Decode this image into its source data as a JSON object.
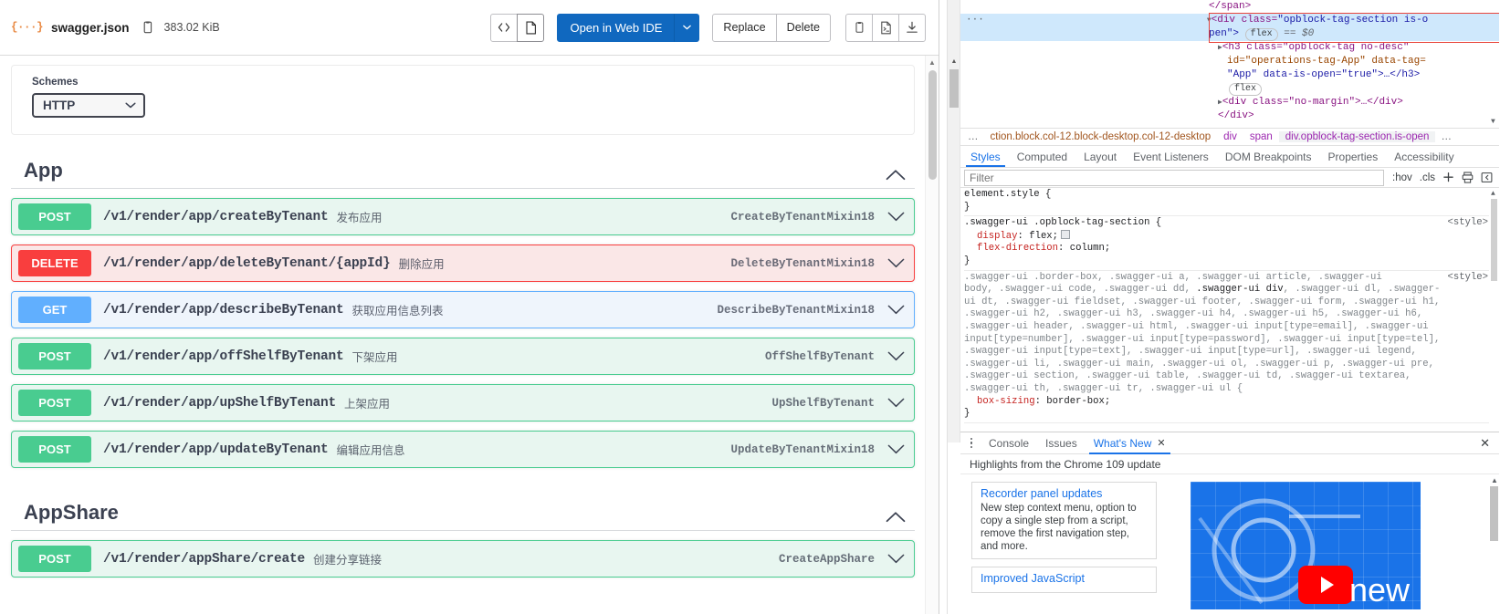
{
  "file_header": {
    "json_icon": "json-braces-icon",
    "file_name": "swagger.json",
    "copy_path_icon": "copy-icon",
    "file_size": "383.02 KiB",
    "view_code_icon": "code-brackets-icon",
    "view_raw_icon": "document-icon",
    "open_ide_label": "Open in Web IDE",
    "ide_caret_icon": "chevron-down-icon",
    "replace_label": "Replace",
    "delete_label": "Delete",
    "copy_icon": "clipboard-copy-icon",
    "raw_icon": "open-raw-icon",
    "download_icon": "download-icon"
  },
  "swagger": {
    "schemes_label": "Schemes",
    "schemes_value": "HTTP",
    "schemes_caret_icon": "chevron-down-icon",
    "tags": [
      {
        "name": "App",
        "collapse_icon": "chevron-up-icon",
        "operations": [
          {
            "method": "POST",
            "path": "/v1/render/app/createByTenant",
            "summary": "发布应用",
            "operation_id": "CreateByTenantMixin18",
            "style": "op-post"
          },
          {
            "method": "DELETE",
            "path": "/v1/render/app/deleteByTenant/{appId}",
            "summary": "删除应用",
            "operation_id": "DeleteByTenantMixin18",
            "style": "op-delete"
          },
          {
            "method": "GET",
            "path": "/v1/render/app/describeByTenant",
            "summary": "获取应用信息列表",
            "operation_id": "DescribeByTenantMixin18",
            "style": "op-get"
          },
          {
            "method": "POST",
            "path": "/v1/render/app/offShelfByTenant",
            "summary": "下架应用",
            "operation_id": "OffShelfByTenant",
            "style": "op-post"
          },
          {
            "method": "POST",
            "path": "/v1/render/app/upShelfByTenant",
            "summary": "上架应用",
            "operation_id": "UpShelfByTenant",
            "style": "op-post"
          },
          {
            "method": "POST",
            "path": "/v1/render/app/updateByTenant",
            "summary": "编辑应用信息",
            "operation_id": "UpdateByTenantMixin18",
            "style": "op-post"
          }
        ]
      },
      {
        "name": "AppShare",
        "collapse_icon": "chevron-up-icon",
        "operations": [
          {
            "method": "POST",
            "path": "/v1/render/appShare/create",
            "summary": "创建分享链接",
            "operation_id": "CreateAppShare",
            "style": "op-post"
          }
        ]
      }
    ]
  },
  "devtools": {
    "dom_tree": {
      "line_span_close": "</span>",
      "ellipsis": "···",
      "selected_l1_tri": "▼",
      "selected_l1_a": "<div class=",
      "selected_l1_b": "\"opblock-tag-section is-o",
      "selected_l2_a": "pen\">",
      "flex_badge": "flex",
      "selected_l2_b": "== $0",
      "h3_tri": "▶",
      "h3_l1": "<h3 class=\"opblock-tag no-desc\"",
      "h3_l2": "id=\"operations-tag-App\" data-tag=",
      "h3_l3": "\"App\" data-is-open=\"true\">…</h3>",
      "flex_badge2": "flex",
      "nomargin_tri": "▶",
      "nomargin": "<div class=\"no-margin\">…</div>",
      "close_div": "</div>"
    },
    "breadcrumbs": [
      {
        "label": "…",
        "kind": "dots"
      },
      {
        "label": "ction.block.col-12.block-desktop.col-12-desktop",
        "kind": "brown"
      },
      {
        "label": "div",
        "kind": "normal"
      },
      {
        "label": "span",
        "kind": "normal"
      },
      {
        "label": "div.opblock-tag-section.is-open",
        "kind": "selected"
      },
      {
        "label": "…",
        "kind": "dots"
      }
    ],
    "panel_tabs": [
      {
        "label": "Styles",
        "active": true
      },
      {
        "label": "Computed",
        "active": false
      },
      {
        "label": "Layout",
        "active": false
      },
      {
        "label": "Event Listeners",
        "active": false
      },
      {
        "label": "DOM Breakpoints",
        "active": false
      },
      {
        "label": "Properties",
        "active": false
      },
      {
        "label": "Accessibility",
        "active": false
      }
    ],
    "filter": {
      "placeholder": "Filter",
      "value": "",
      "hov_label": ":hov",
      "cls_label": ".cls",
      "new_rule_icon": "plus-icon",
      "print_icon": "print-styles-icon",
      "sidebar_icon": "toggle-sidebar-icon"
    },
    "styles": {
      "element_style_open": "element.style {",
      "element_style_close": "}",
      "rule1_selector": ".swagger-ui .opblock-tag-section {",
      "rule1_origin": "<style>",
      "rule1_prop1_name": "display",
      "rule1_prop1_value": "flex;",
      "rule1_prop2_name": "flex-direction",
      "rule1_prop2_value": "column;",
      "rule1_close": "}",
      "rule2_origin": "<style>",
      "rule2_selector_part1": ".swagger-ui .border-box, .swagger-ui a, .swagger-ui article, .swagger-ui",
      "rule2_selector_part2": "body, .swagger-ui code, .swagger-ui dd, ",
      "rule2_selector_match": ".swagger-ui div",
      "rule2_selector_part3": ", .swagger-ui dl, .swagger-",
      "rule2_selector_part4": "ui dt, .swagger-ui fieldset, .swagger-ui footer, .swagger-ui form, .swagger-ui h1,",
      "rule2_selector_part5": ".swagger-ui h2, .swagger-ui h3, .swagger-ui h4, .swagger-ui h5, .swagger-ui h6,",
      "rule2_selector_part6": ".swagger-ui header, .swagger-ui html, .swagger-ui input[type=email], .swagger-ui",
      "rule2_selector_part7": "input[type=number], .swagger-ui input[type=password], .swagger-ui input[type=tel],",
      "rule2_selector_part8": ".swagger-ui input[type=text], .swagger-ui input[type=url], .swagger-ui legend,",
      "rule2_selector_part9": ".swagger-ui li, .swagger-ui main, .swagger-ui ol, .swagger-ui p, .swagger-ui pre,",
      "rule2_selector_part10": ".swagger-ui section, .swagger-ui table, .swagger-ui td, .swagger-ui textarea,",
      "rule2_selector_part11": ".swagger-ui th, .swagger-ui tr, .swagger-ui ul {",
      "rule2_prop_name": "box-sizing",
      "rule2_prop_value": "border-box;",
      "rule2_close": "}"
    },
    "drawer": {
      "menu_icon": "more-options-icon",
      "tabs": [
        {
          "label": "Console",
          "active": false,
          "closable": false
        },
        {
          "label": "Issues",
          "active": false,
          "closable": false
        },
        {
          "label": "What's New",
          "active": true,
          "closable": true
        }
      ],
      "close_tab_icon": "close-icon",
      "close_drawer_icon": "close-icon",
      "whats_new_heading": "Highlights from the Chrome 109 update",
      "cards": [
        {
          "title": "Recorder panel updates",
          "desc": "New step context menu, option to copy a single step from a script, remove the first navigation step, and more."
        },
        {
          "title": "Improved JavaScript",
          "desc": ""
        }
      ],
      "thumbnail": {
        "play_icon": "youtube-play-icon",
        "caption": "new"
      }
    }
  }
}
